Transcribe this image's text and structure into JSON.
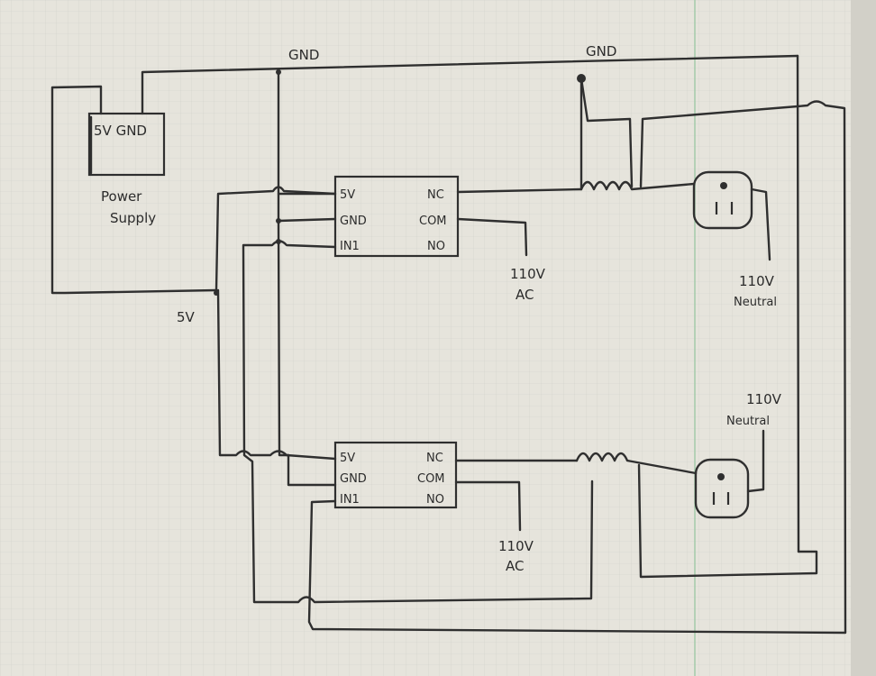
{
  "paper": {
    "background": "#e6e4dc",
    "grid_color": "#cfcfc9",
    "margin_line_color": "#9ec9a6",
    "ink": "#2f2f2f"
  },
  "power_supply": {
    "pins": "5V GND",
    "label_line1": "Power",
    "label_line2": "Supply"
  },
  "labels": {
    "gnd_left": "GND",
    "gnd_right": "GND",
    "supply_5v": "5V",
    "ac_top_line1": "110V",
    "ac_top_line2": "AC",
    "ac_bottom_line1": "110V",
    "ac_bottom_line2": "AC",
    "neutral_top_line1": "110V",
    "neutral_top_line2": "Neutral",
    "neutral_bottom_line1": "110V",
    "neutral_bottom_line2": "Neutral"
  },
  "relay_top": {
    "pin_5v": "5V",
    "pin_gnd": "GND",
    "pin_in": "IN1",
    "pin_nc": "NC",
    "pin_com": "COM",
    "pin_no": "NO"
  },
  "relay_bottom": {
    "pin_5v": "5V",
    "pin_gnd": "GND",
    "pin_in": "IN1",
    "pin_nc": "NC",
    "pin_com": "COM",
    "pin_no": "NO"
  }
}
